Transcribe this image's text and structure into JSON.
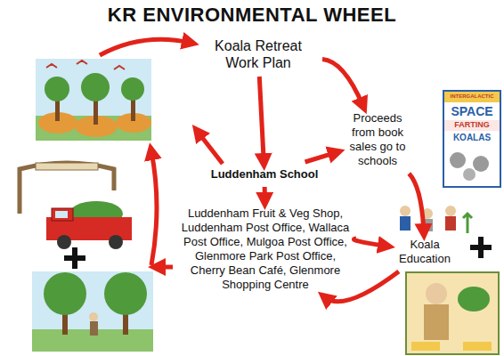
{
  "diagram": {
    "title": "KR ENVIRONMENTAL WHEEL",
    "nodes": [
      {
        "text": [
          "Koala Retreat Work Plan"
        ]
      },
      {
        "text": [
          "Proceeds from book sales go to schools"
        ]
      },
      {
        "text": [
          "Luddenham School"
        ]
      },
      {
        "text": [
          "Luddenham Fruit & Veg Shop, Luddenham Post Office, Wallaca Post Office, Mulgoa Post Office, Glenmore Park Post Office, Cherry Bean Café, Glenmore Shopping Centre"
        ]
      },
      {
        "text": [
          "Koala Education"
        ]
      }
    ],
    "edges": [
      {
        "from": 0,
        "to": 1,
        "arrow": "to"
      },
      {
        "from": 0,
        "to": 2,
        "arrow": "to"
      },
      {
        "from": 2,
        "to": 1,
        "arrow": "to"
      },
      {
        "from": 2,
        "to": 3,
        "arrow": "to"
      },
      {
        "from": 1,
        "to": 4,
        "arrow": "to"
      },
      {
        "from": 3,
        "to": 4,
        "arrow": "to"
      },
      {
        "from": 4,
        "to": 3,
        "arrow": "to"
      }
    ],
    "labels": [
      "INTERGALACTIC",
      "SPACE",
      "FARTING",
      "KOALAS"
    ]
  }
}
